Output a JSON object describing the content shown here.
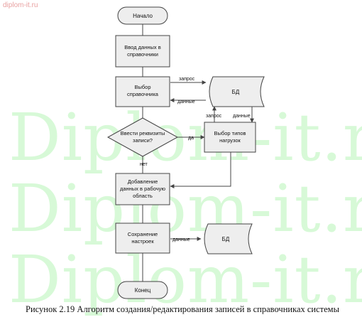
{
  "site_label": "diplom-it.ru",
  "watermark": "Diplom-it.ru",
  "flowchart": {
    "start": "Начало",
    "input_line1": "Ввод данных в",
    "input_line2": "справочники",
    "select_line1": "Выбор",
    "select_line2": "справочника",
    "decision_line1": "Ввести реквизиты",
    "decision_line2": "записи?",
    "types_line1": "Выбор типов",
    "types_line2": "нагрузок",
    "add_line1": "Добавление",
    "add_line2": "данных в рабочую",
    "add_line3": "область",
    "save_line1": "Сохранение",
    "save_line2": "настроек",
    "db_top": "БД",
    "db_bottom": "БД",
    "end": "Конец",
    "label_request": "запрос",
    "label_data": "данные",
    "label_request2": "запрос",
    "label_data2": "данные",
    "label_yes": "да",
    "label_no": "нет",
    "label_data3": "данные"
  },
  "caption": "Рисунок 2.19 Алгоритм создания/редактирования записей в справочниках системы",
  "colors": {
    "watermark": "#b8f5b8",
    "box_fill": "#eeeeee",
    "box_stroke": "#444444",
    "line": "#444444"
  }
}
